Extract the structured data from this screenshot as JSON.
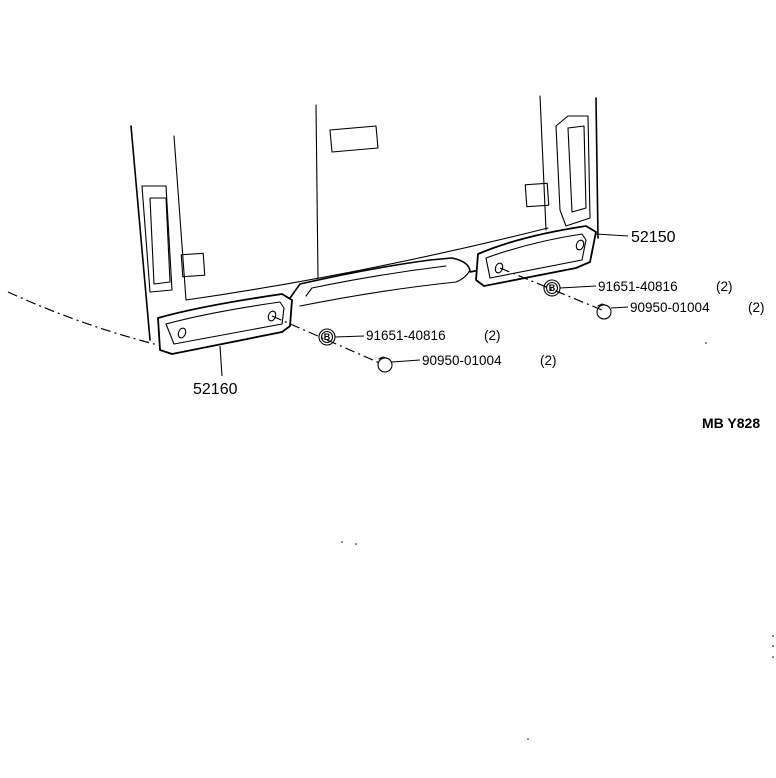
{
  "parts": {
    "right_guard": "52150",
    "left_guard": "52160",
    "right_clip": "91651-40816",
    "right_clip_qty": "(2)",
    "right_nut": "90950-01004",
    "right_nut_qty": "(2)",
    "left_clip": "91651-40816",
    "left_clip_qty": "(2)",
    "left_nut": "90950-01004",
    "left_nut_qty": "(2)"
  },
  "clip_symbol": "B",
  "diagram_code": "MB Y828"
}
